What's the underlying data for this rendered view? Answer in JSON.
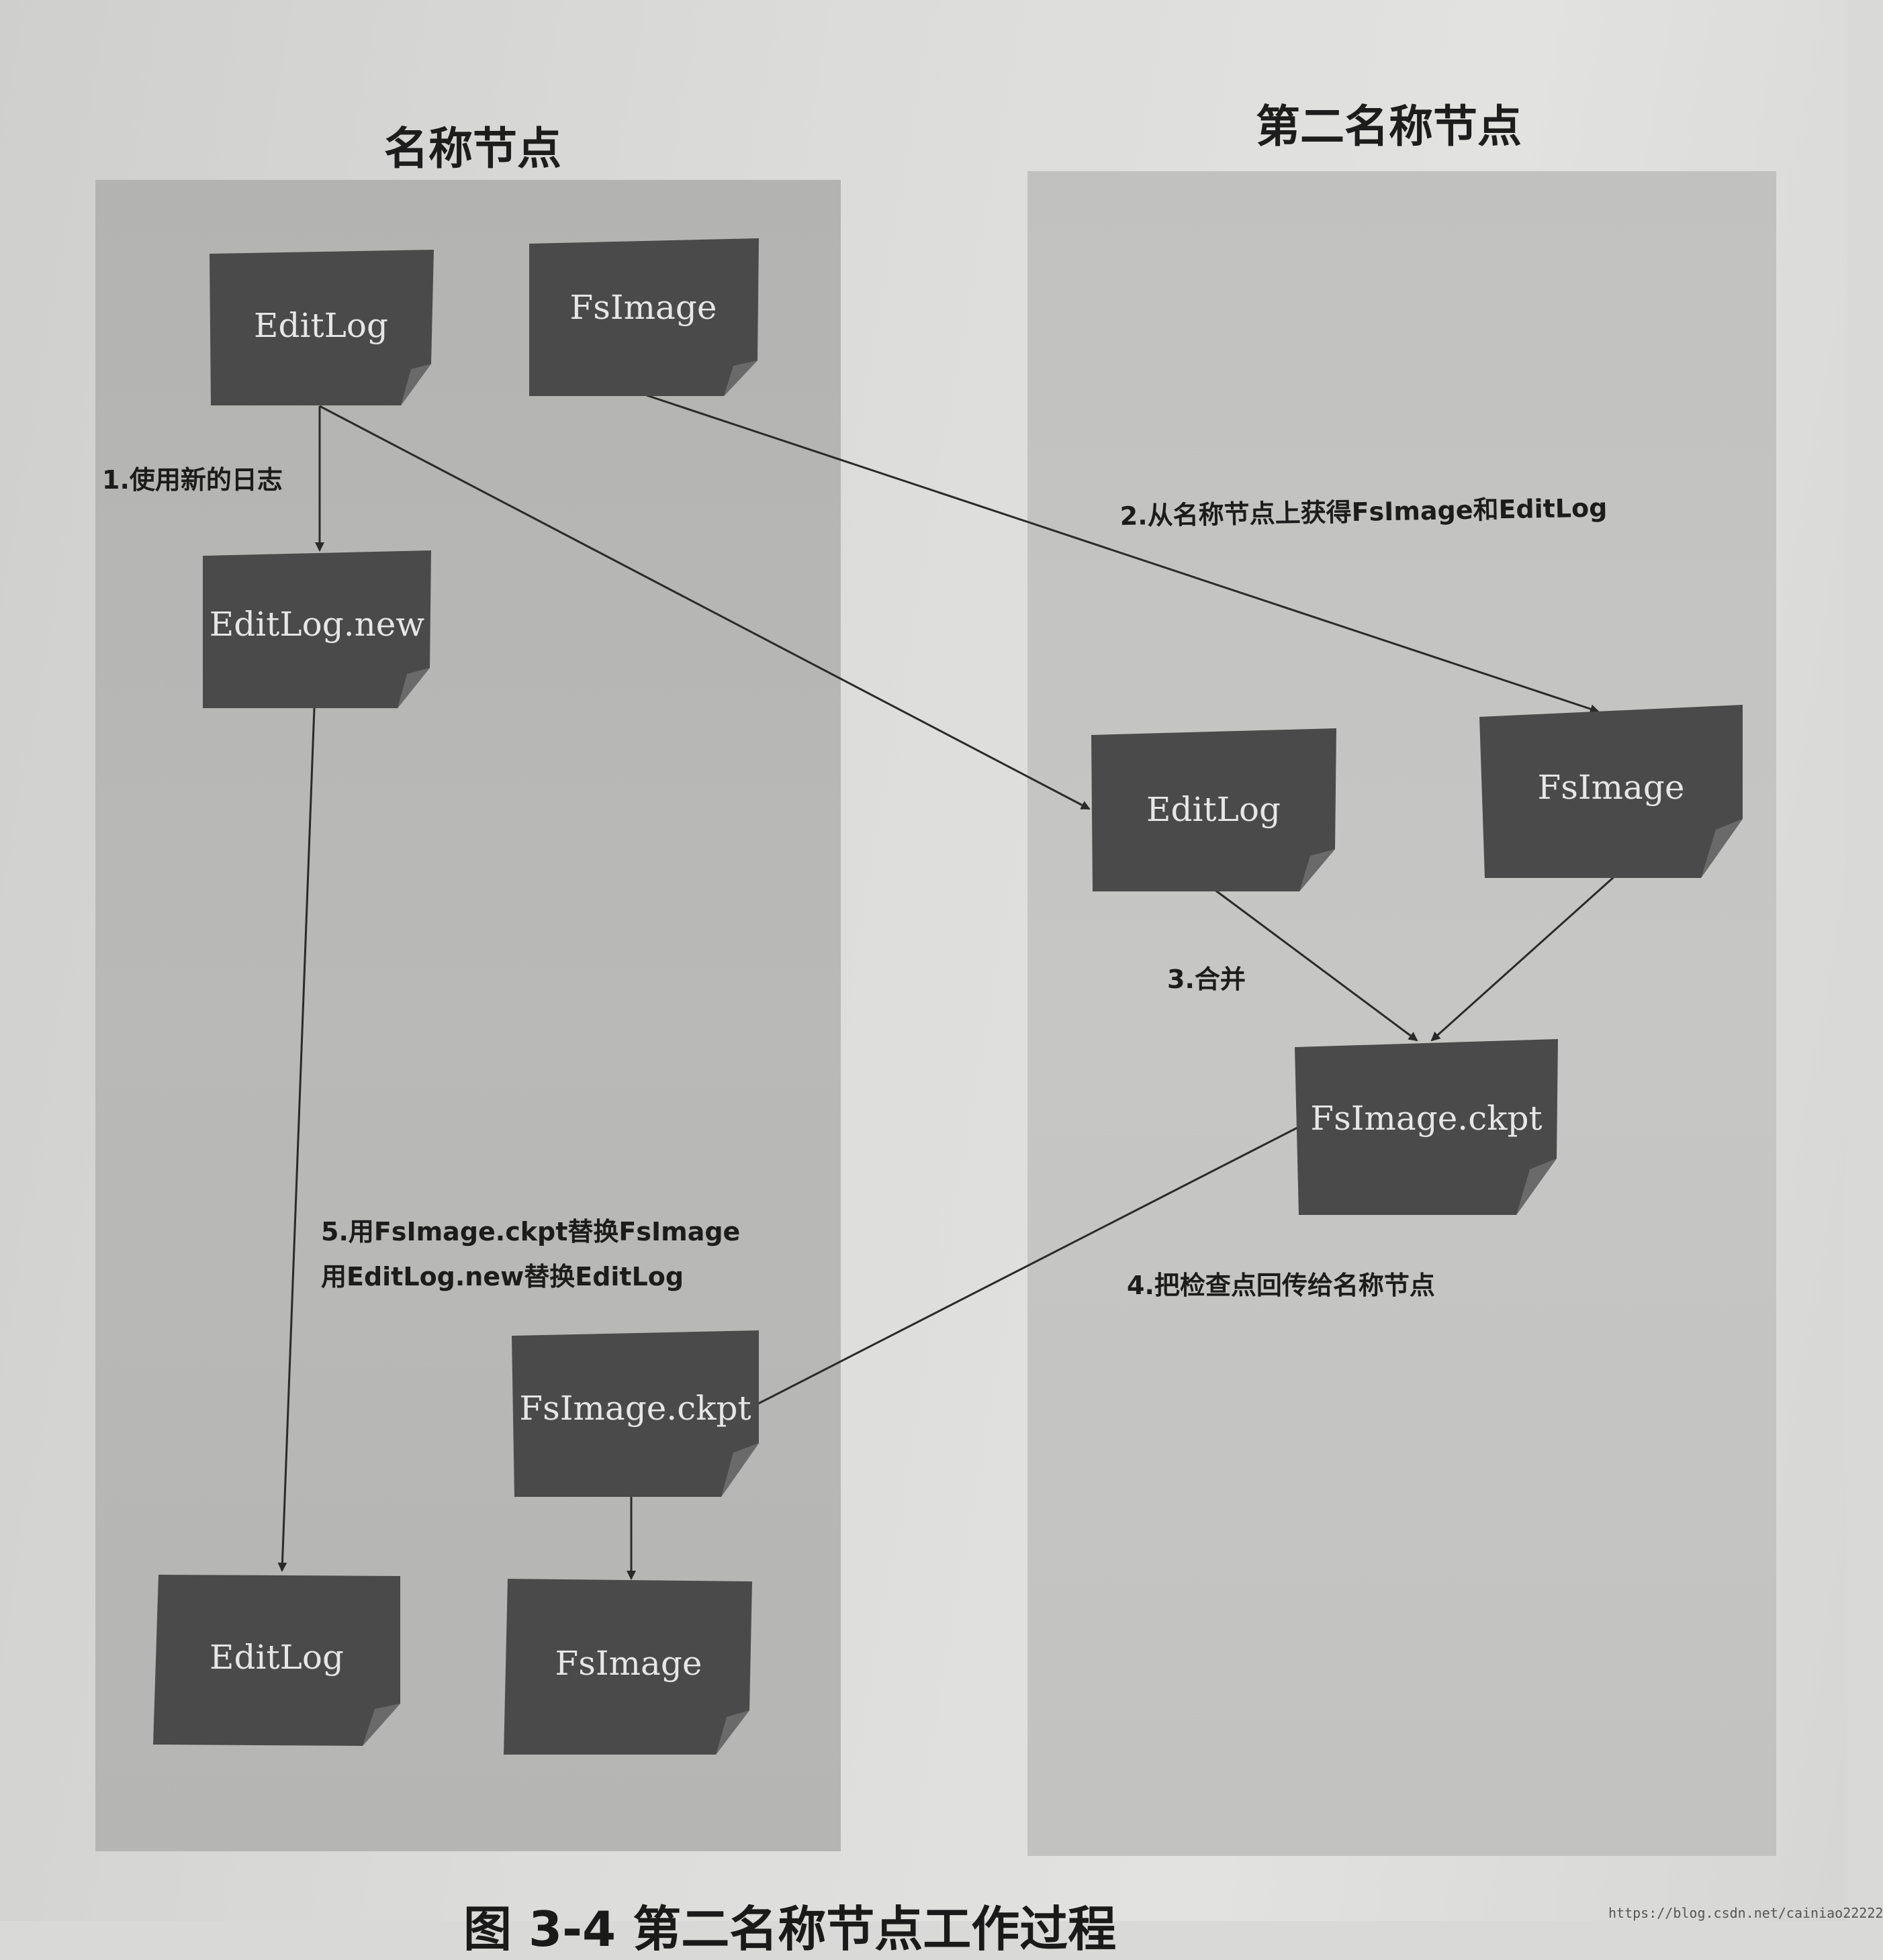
{
  "panels": {
    "left_title": "名称节点",
    "right_title": "第二名称节点"
  },
  "nodes": [
    {
      "id": "nn-editlog",
      "label": "EditLog"
    },
    {
      "id": "nn-fsimage",
      "label": "FsImage"
    },
    {
      "id": "nn-editlog-new",
      "label": "EditLog.new"
    },
    {
      "id": "snn-editlog",
      "label": "EditLog"
    },
    {
      "id": "snn-fsimage",
      "label": "FsImage"
    },
    {
      "id": "snn-fsimage-ckpt",
      "label": "FsImage.ckpt"
    },
    {
      "id": "nn-fsimage-ckpt",
      "label": "FsImage.ckpt"
    },
    {
      "id": "nn-editlog-final",
      "label": "EditLog"
    },
    {
      "id": "nn-fsimage-final",
      "label": "FsImage"
    }
  ],
  "steps": {
    "step1": "1.使用新的日志",
    "step2": "2.从名称节点上获得FsImage和EditLog",
    "step3": "3.合并",
    "step4": "4.把检查点回传给名称节点",
    "step5_line1": "5.用FsImage.ckpt替换FsImage",
    "step5_line2": "用EditLog.new替换EditLog"
  },
  "caption": "图 3-4 第二名称节点工作过程",
  "watermark": "https://blog.csdn.net/cainiao22222",
  "colors": {
    "node_fill": "#4a4a4a",
    "node_text": "#e6e6e6",
    "arrow": "#2a2a2a"
  }
}
